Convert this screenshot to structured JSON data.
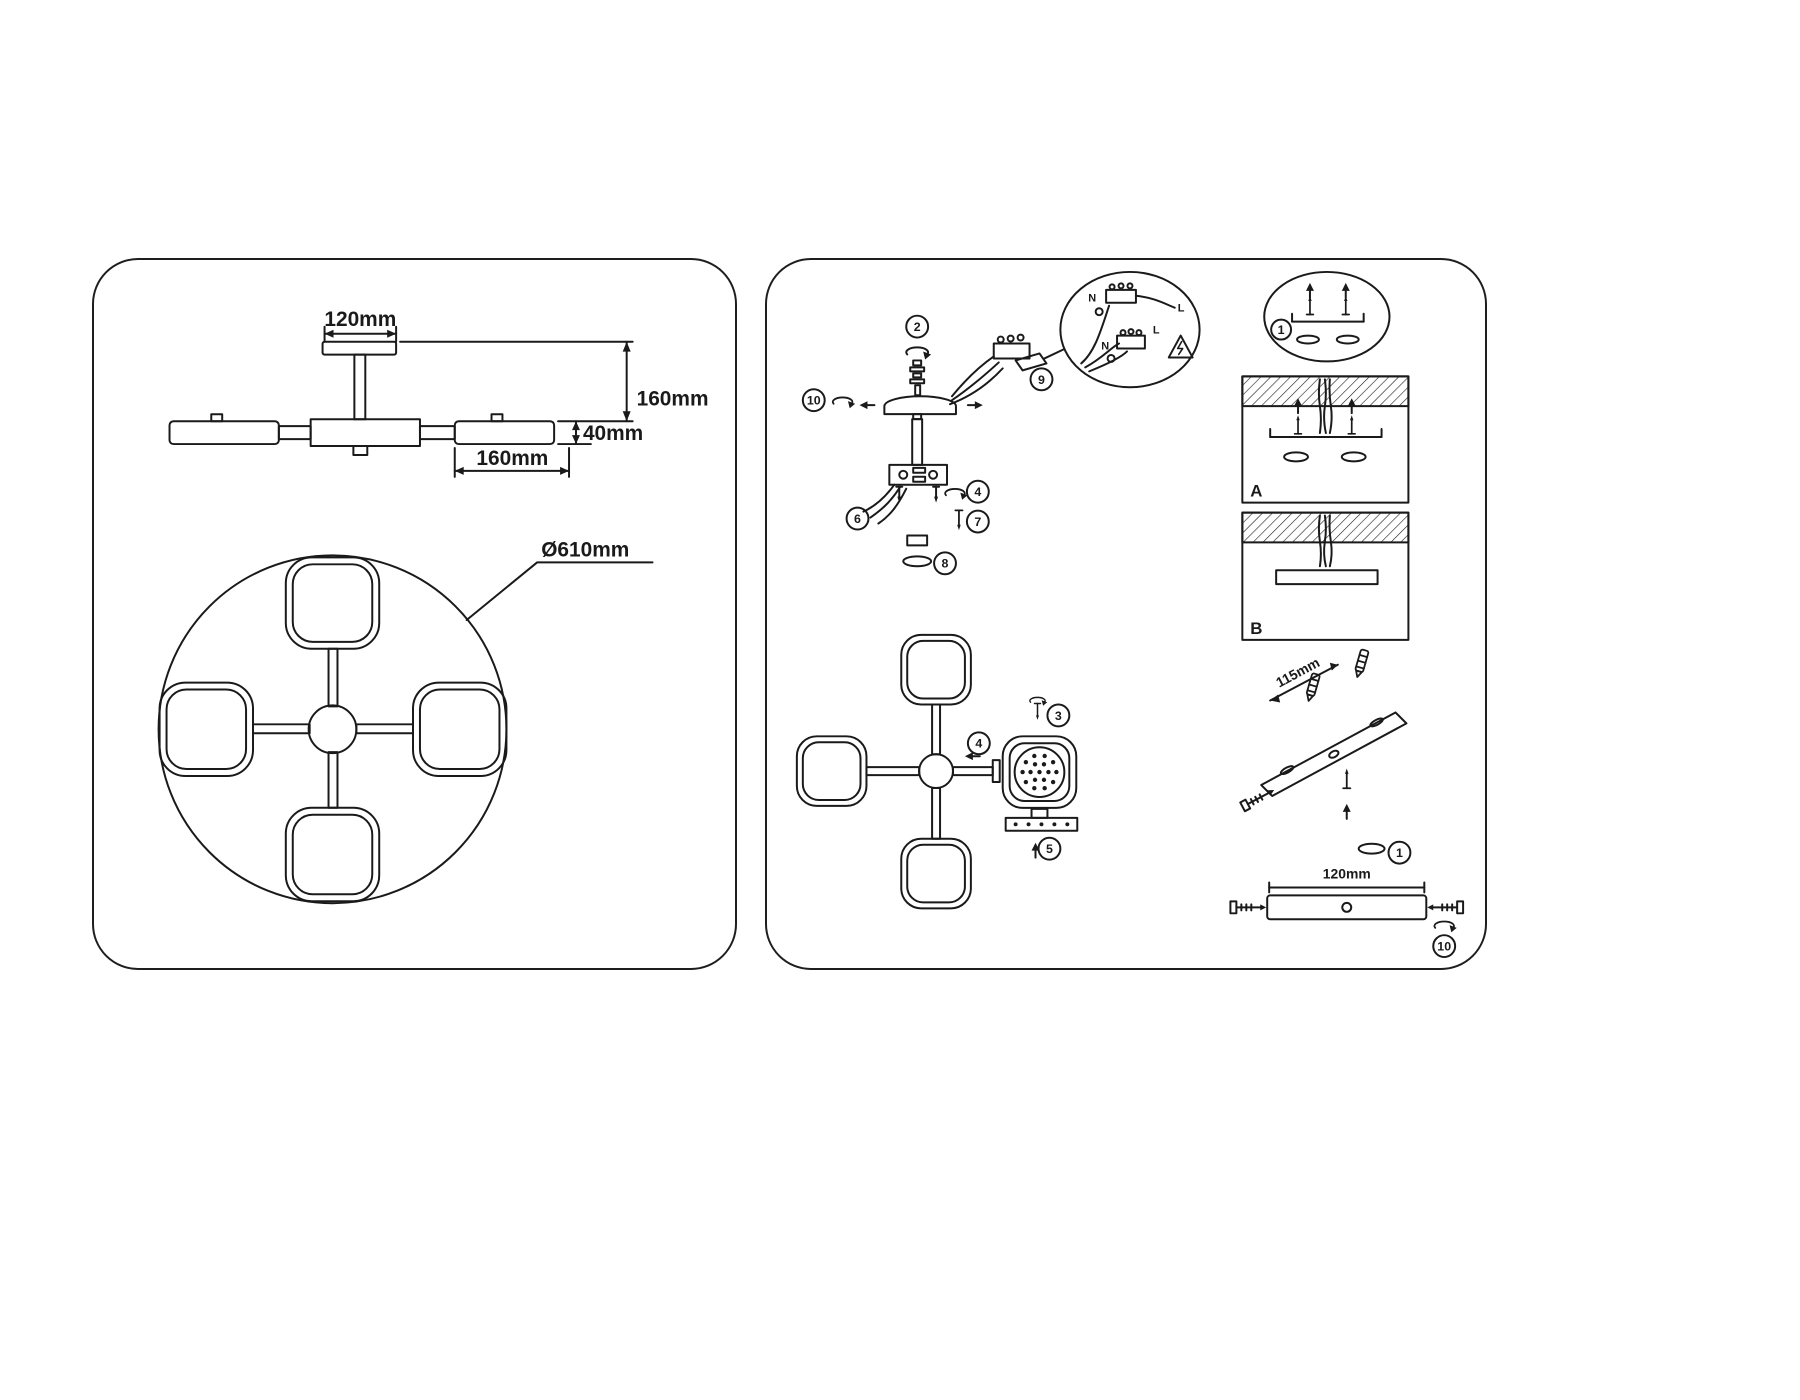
{
  "doc": {
    "background": "#ffffff",
    "line_color": "#1a1a1a"
  },
  "left_panel": {
    "side_view": {
      "canopy_width": "120mm",
      "height": "160mm",
      "lamp_height": "40mm",
      "lamp_length": "160mm"
    },
    "top_view": {
      "diameter": "Ø610mm"
    }
  },
  "right_panel": {
    "steps": {
      "s1": "1",
      "s2": "2",
      "s3": "3",
      "s4": "4",
      "s5": "5",
      "s6": "6",
      "s7": "7",
      "s8": "8",
      "s9": "9",
      "s10": "10"
    },
    "wiring": {
      "neutral_top": "N",
      "live_top": "L",
      "neutral_bottom": "N",
      "live_bottom": "L"
    },
    "mounting": {
      "option_a": "A",
      "option_b": "B",
      "bracket_length": "115mm",
      "bar_length": "120mm"
    }
  }
}
